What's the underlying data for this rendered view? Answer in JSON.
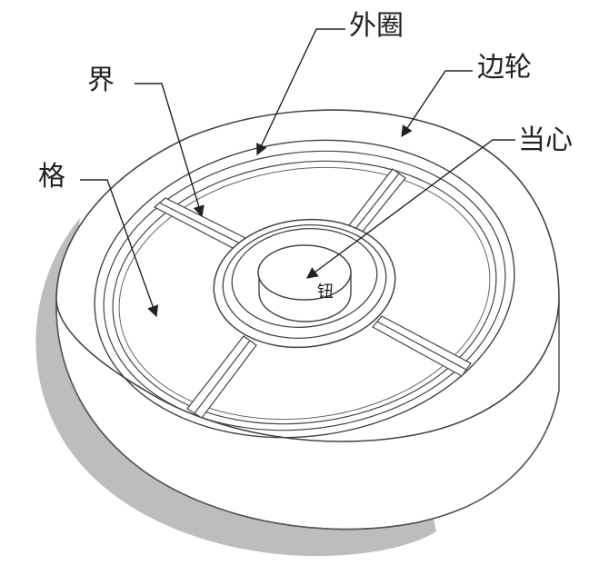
{
  "labels": {
    "outer_ring": "外圈",
    "rim": "边轮",
    "boundary": "界",
    "center": "当心",
    "grid": "格",
    "button": "钮"
  }
}
